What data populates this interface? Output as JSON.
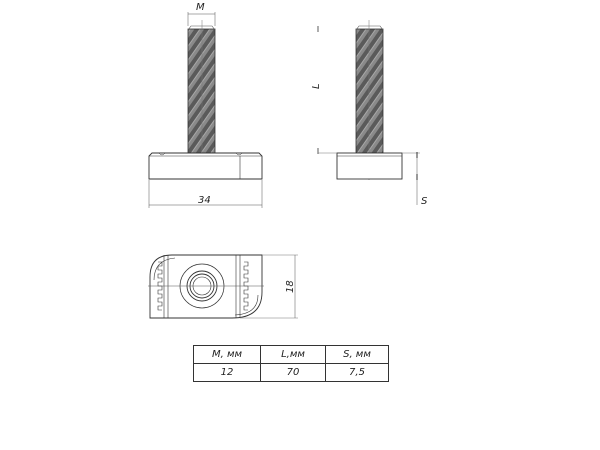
{
  "drawing": {
    "front_view": {
      "dim_thread_label": "M",
      "dim_width_label": "34"
    },
    "side_view": {
      "dim_length_label": "L",
      "dim_thickness_label": "S"
    },
    "top_view": {
      "dim_height_label": "18"
    },
    "colors": {
      "line": "#333333",
      "thread_dark": "#555555",
      "thread_light": "#9a9a9a"
    }
  },
  "spec_table": {
    "headers": [
      "M, мм",
      "L,мм",
      "S, мм"
    ],
    "rows": [
      [
        "12",
        "70",
        "7,5"
      ]
    ]
  }
}
